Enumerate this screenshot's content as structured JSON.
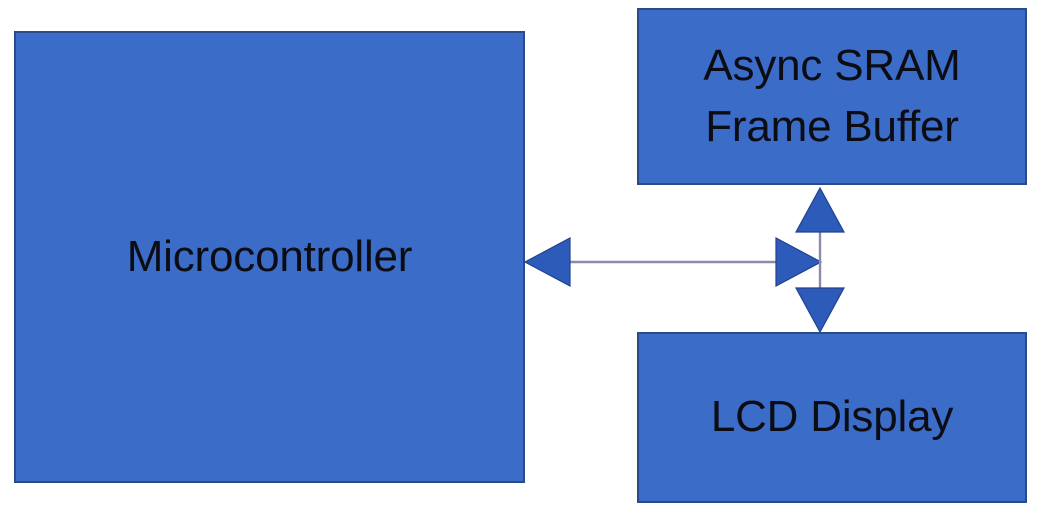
{
  "diagram": {
    "title": "Microcontroller to Async SRAM Frame Buffer and LCD Display block diagram",
    "background_color": "#ffffff",
    "block_fill_color": "#3a6cc8",
    "block_border_color": "#2a4a8a",
    "connector_line_color": "#8a8ab0",
    "arrowhead_color": "#2d5bb9",
    "text_color": "#0c0c14",
    "blocks": [
      {
        "id": "microcontroller",
        "label": "Microcontroller"
      },
      {
        "id": "async-sram-frame-buffer",
        "label": "Async SRAM\nFrame Buffer"
      },
      {
        "id": "lcd-display",
        "label": "LCD Display"
      }
    ],
    "connectors": [
      {
        "id": "mcu-bus",
        "from": "microcontroller",
        "to": "bus-junction",
        "orientation": "horizontal",
        "arrowheads": "both"
      },
      {
        "id": "bus-sram-lcd",
        "from": "async-sram-frame-buffer",
        "to": "lcd-display",
        "orientation": "vertical",
        "arrowheads": "both"
      }
    ]
  }
}
